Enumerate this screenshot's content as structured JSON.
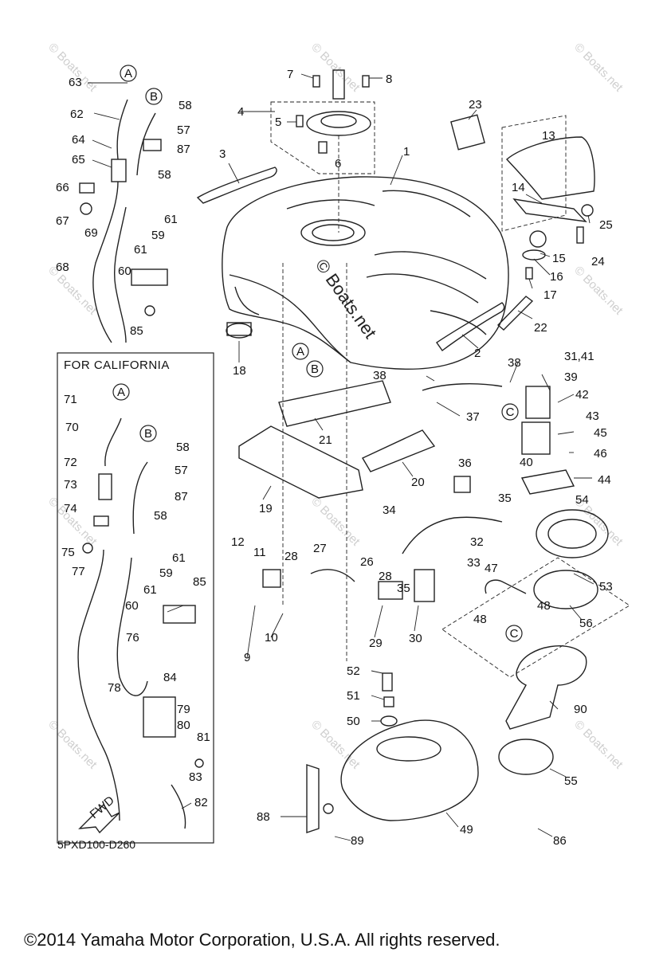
{
  "diagram": {
    "inset_title": "FOR CALIFORNIA",
    "diagram_code": "5PXD100-D260",
    "copyright": "©2014 Yamaha Motor Corporation, U.S.A. All rights reserved.",
    "center_watermark": "© Boats.net",
    "watermark_text": "© Boats.net",
    "fwd_label": "FWD",
    "callouts": [
      "A",
      "B",
      "C"
    ],
    "labels": {
      "p1": "1",
      "p2": "2",
      "p3": "3",
      "p4": "4",
      "p5": "5",
      "p6": "6",
      "p7": "7",
      "p8": "8",
      "p9": "9",
      "p10": "10",
      "p11": "11",
      "p12": "12",
      "p13": "13",
      "p14": "14",
      "p15": "15",
      "p16": "16",
      "p17": "17",
      "p18": "18",
      "p19": "19",
      "p20": "20",
      "p21": "21",
      "p22": "22",
      "p23": "23",
      "p24": "24",
      "p25": "25",
      "p26": "26",
      "p27": "27",
      "p28a": "28",
      "p28b": "28",
      "p29": "29",
      "p30": "30",
      "p3141": "31,41",
      "p32": "32",
      "p33": "33",
      "p34": "34",
      "p35a": "35",
      "p35b": "35",
      "p36": "36",
      "p37": "37",
      "p38a": "38",
      "p38b": "38",
      "p39": "39",
      "p40": "40",
      "p42": "42",
      "p43": "43",
      "p44": "44",
      "p45": "45",
      "p46": "46",
      "p47": "47",
      "p48a": "48",
      "p48b": "48",
      "p49": "49",
      "p50": "50",
      "p51": "51",
      "p52": "52",
      "p53": "53",
      "p54": "54",
      "p55": "55",
      "p56": "56",
      "p57a": "57",
      "p57b": "57",
      "p58a": "58",
      "p58b": "58",
      "p58c": "58",
      "p58d": "58",
      "p59a": "59",
      "p59b": "59",
      "p60a": "60",
      "p60b": "60",
      "p61a": "61",
      "p61b": "61",
      "p61c": "61",
      "p61d": "61",
      "p62": "62",
      "p63": "63",
      "p64": "64",
      "p65": "65",
      "p66": "66",
      "p67": "67",
      "p68": "68",
      "p69": "69",
      "p70": "70",
      "p71": "71",
      "p72": "72",
      "p73": "73",
      "p74": "74",
      "p75": "75",
      "p76": "76",
      "p77": "77",
      "p78": "78",
      "p79": "79",
      "p80": "80",
      "p81": "81",
      "p82": "82",
      "p83": "83",
      "p84": "84",
      "p85a": "85",
      "p85b": "85",
      "p86": "86",
      "p87a": "87",
      "p87b": "87",
      "p88": "88",
      "p89": "89",
      "p90": "90"
    }
  }
}
